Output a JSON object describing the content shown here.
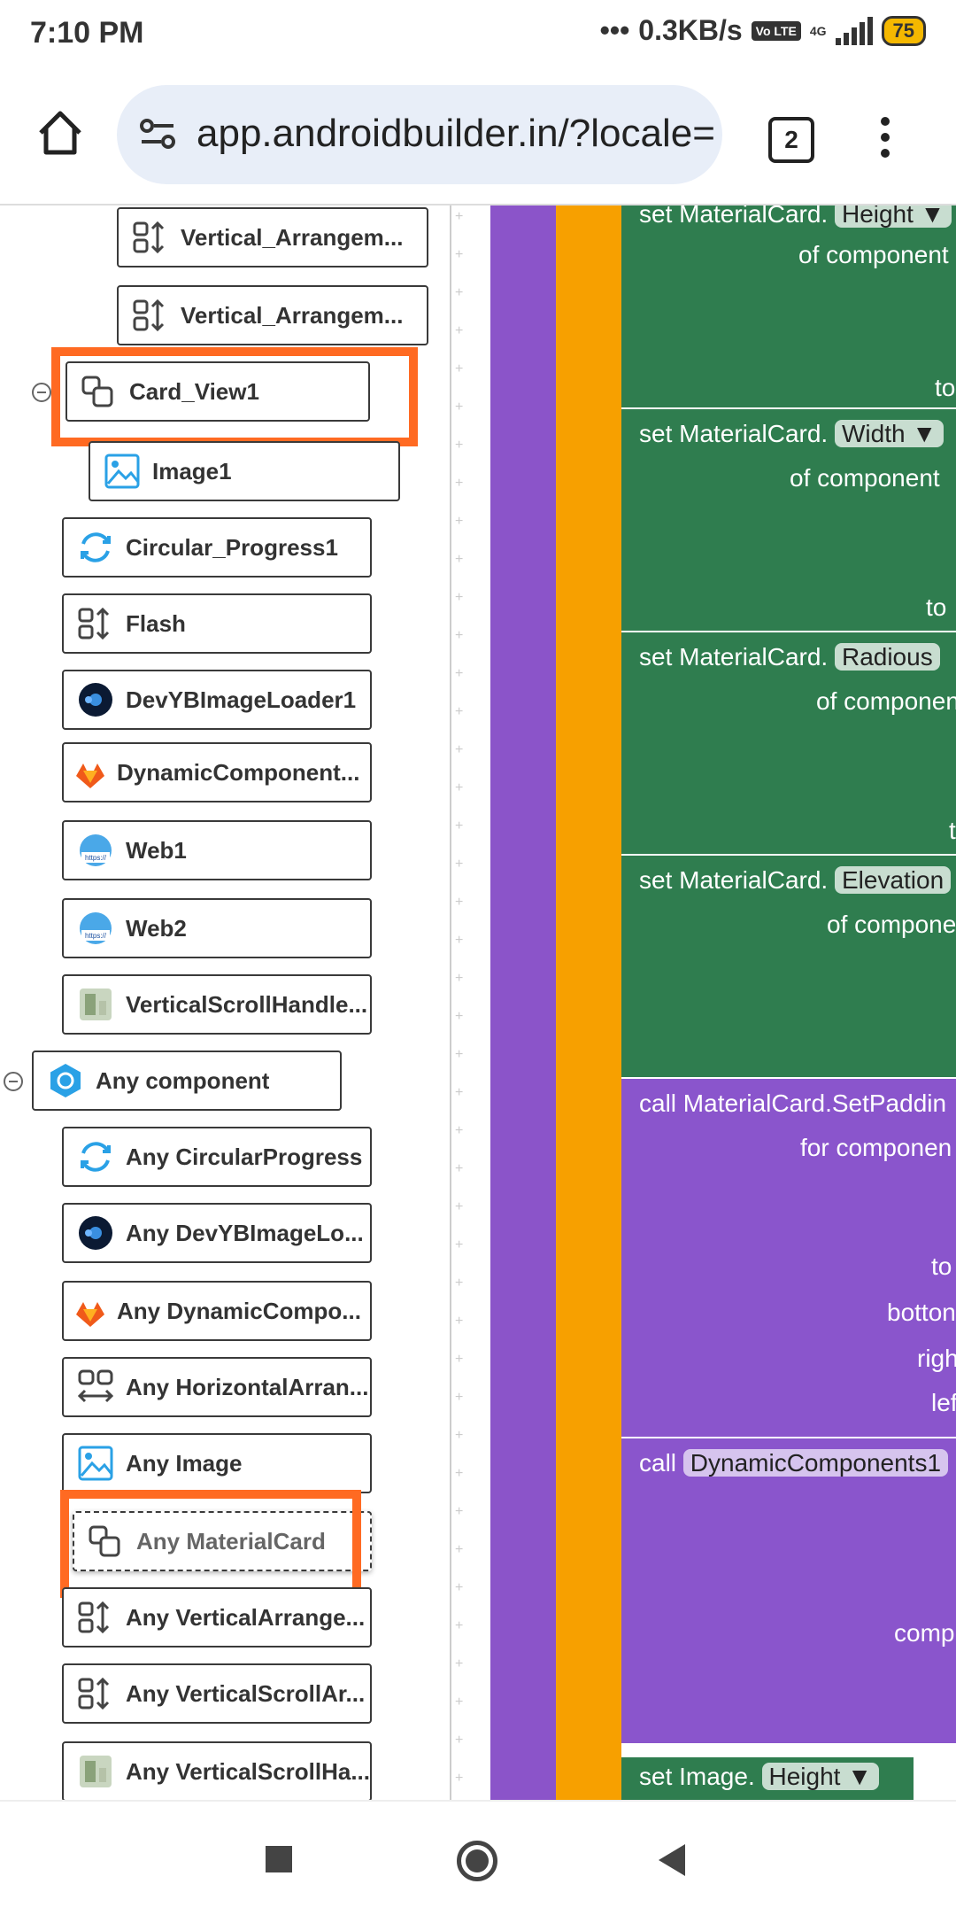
{
  "status_bar": {
    "time": "7:10 PM",
    "network_speed": "0.3KB/s",
    "volte": "Vo LTE",
    "signal_type": "4G",
    "battery": "75"
  },
  "browser": {
    "url": "app.androidbuilder.in/?locale=",
    "tab_count": "2"
  },
  "tree": {
    "nodes": [
      {
        "label": "Vertical_Arrangem..."
      },
      {
        "label": "Vertical_Arrangem..."
      },
      {
        "label": "Card_View1"
      },
      {
        "label": "Image1"
      },
      {
        "label": "Circular_Progress1"
      },
      {
        "label": "Flash"
      },
      {
        "label": "DevYBImageLoader1"
      },
      {
        "label": "DynamicComponent..."
      },
      {
        "label": "Web1"
      },
      {
        "label": "Web2"
      },
      {
        "label": "VerticalScrollHandle..."
      },
      {
        "label": "Any component"
      },
      {
        "label": "Any CircularProgress"
      },
      {
        "label": "Any DevYBImageLo..."
      },
      {
        "label": "Any DynamicCompo..."
      },
      {
        "label": "Any HorizontalArran..."
      },
      {
        "label": "Any Image"
      },
      {
        "label": "Any MaterialCard"
      },
      {
        "label": "Any VerticalArrange..."
      },
      {
        "label": "Any VerticalScrollAr..."
      },
      {
        "label": "Any VerticalScrollHa..."
      }
    ]
  },
  "blocks": {
    "height": {
      "prefix": "set MaterialCard.",
      "prop": "Height ▼",
      "sub": "of component",
      "to": "to"
    },
    "width": {
      "prefix": "set MaterialCard.",
      "prop": "Width ▼",
      "sub": "of component",
      "to": "to"
    },
    "radius": {
      "prefix": "set MaterialCard.",
      "prop": "Radious",
      "sub": "of componen",
      "to": "t"
    },
    "elevation": {
      "prefix": "set MaterialCard.",
      "prop": "Elevation",
      "sub": "of compone"
    },
    "padding": {
      "prefix": "call MaterialCard.SetPaddin",
      "sub": "for componen",
      "top": "to",
      "bottom": "botton",
      "right": "righ",
      "left": "lef"
    },
    "dynamic": {
      "prefix": "call",
      "prop": "DynamicComponents1",
      "sub": "comp"
    },
    "image_height": {
      "prefix": "set Image.",
      "prop": "Height ▼"
    }
  }
}
